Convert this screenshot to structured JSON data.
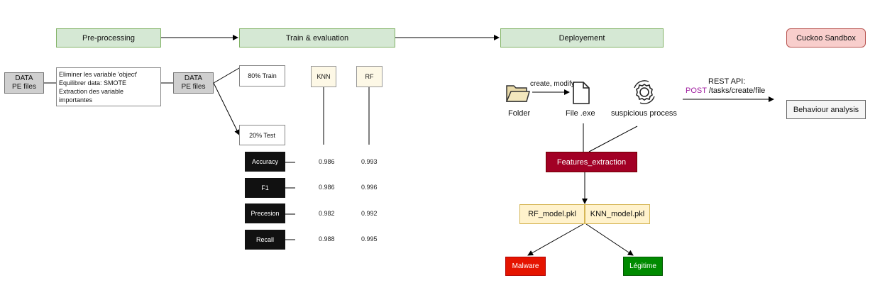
{
  "stages": {
    "preprocessing": "Pre-processing",
    "train": "Train & evaluation",
    "deploy": "Deployement",
    "sandbox": "Cuckoo Sandbox"
  },
  "data_box_1": [
    "DATA",
    "PE files"
  ],
  "preprocess_steps": [
    "Eliminer les variable 'object'",
    "Equilibrer data: SMOTE",
    "Extraction des variable importantes"
  ],
  "data_box_2": [
    "DATA",
    "PE files"
  ],
  "split": {
    "train": "80% Train",
    "test": "20% Test"
  },
  "models": {
    "knn": "KNN",
    "rf": "RF"
  },
  "metrics": [
    {
      "name": "Accuracy",
      "knn": "0.986",
      "rf": "0.993"
    },
    {
      "name": "F1",
      "knn": "0.986",
      "rf": "0.996"
    },
    {
      "name": "Precesion",
      "knn": "0.982",
      "rf": "0.992"
    },
    {
      "name": "Recall",
      "knn": "0.988",
      "rf": "0.995"
    }
  ],
  "deployment": {
    "create_label": "create, modify",
    "folder": "Folder",
    "file": "File .exe",
    "process": "suspicious process",
    "rest_api": "REST API:",
    "post_method": "POST",
    "post_path": " /tasks/create/file",
    "features": "Features_extraction",
    "rf_model": "RF_model.pkl",
    "knn_model": "KNN_model.pkl",
    "malware": "Malware",
    "legit": "Légitime",
    "behaviour": "Behaviour analysis"
  },
  "colors": {
    "post": "#a020a0"
  }
}
